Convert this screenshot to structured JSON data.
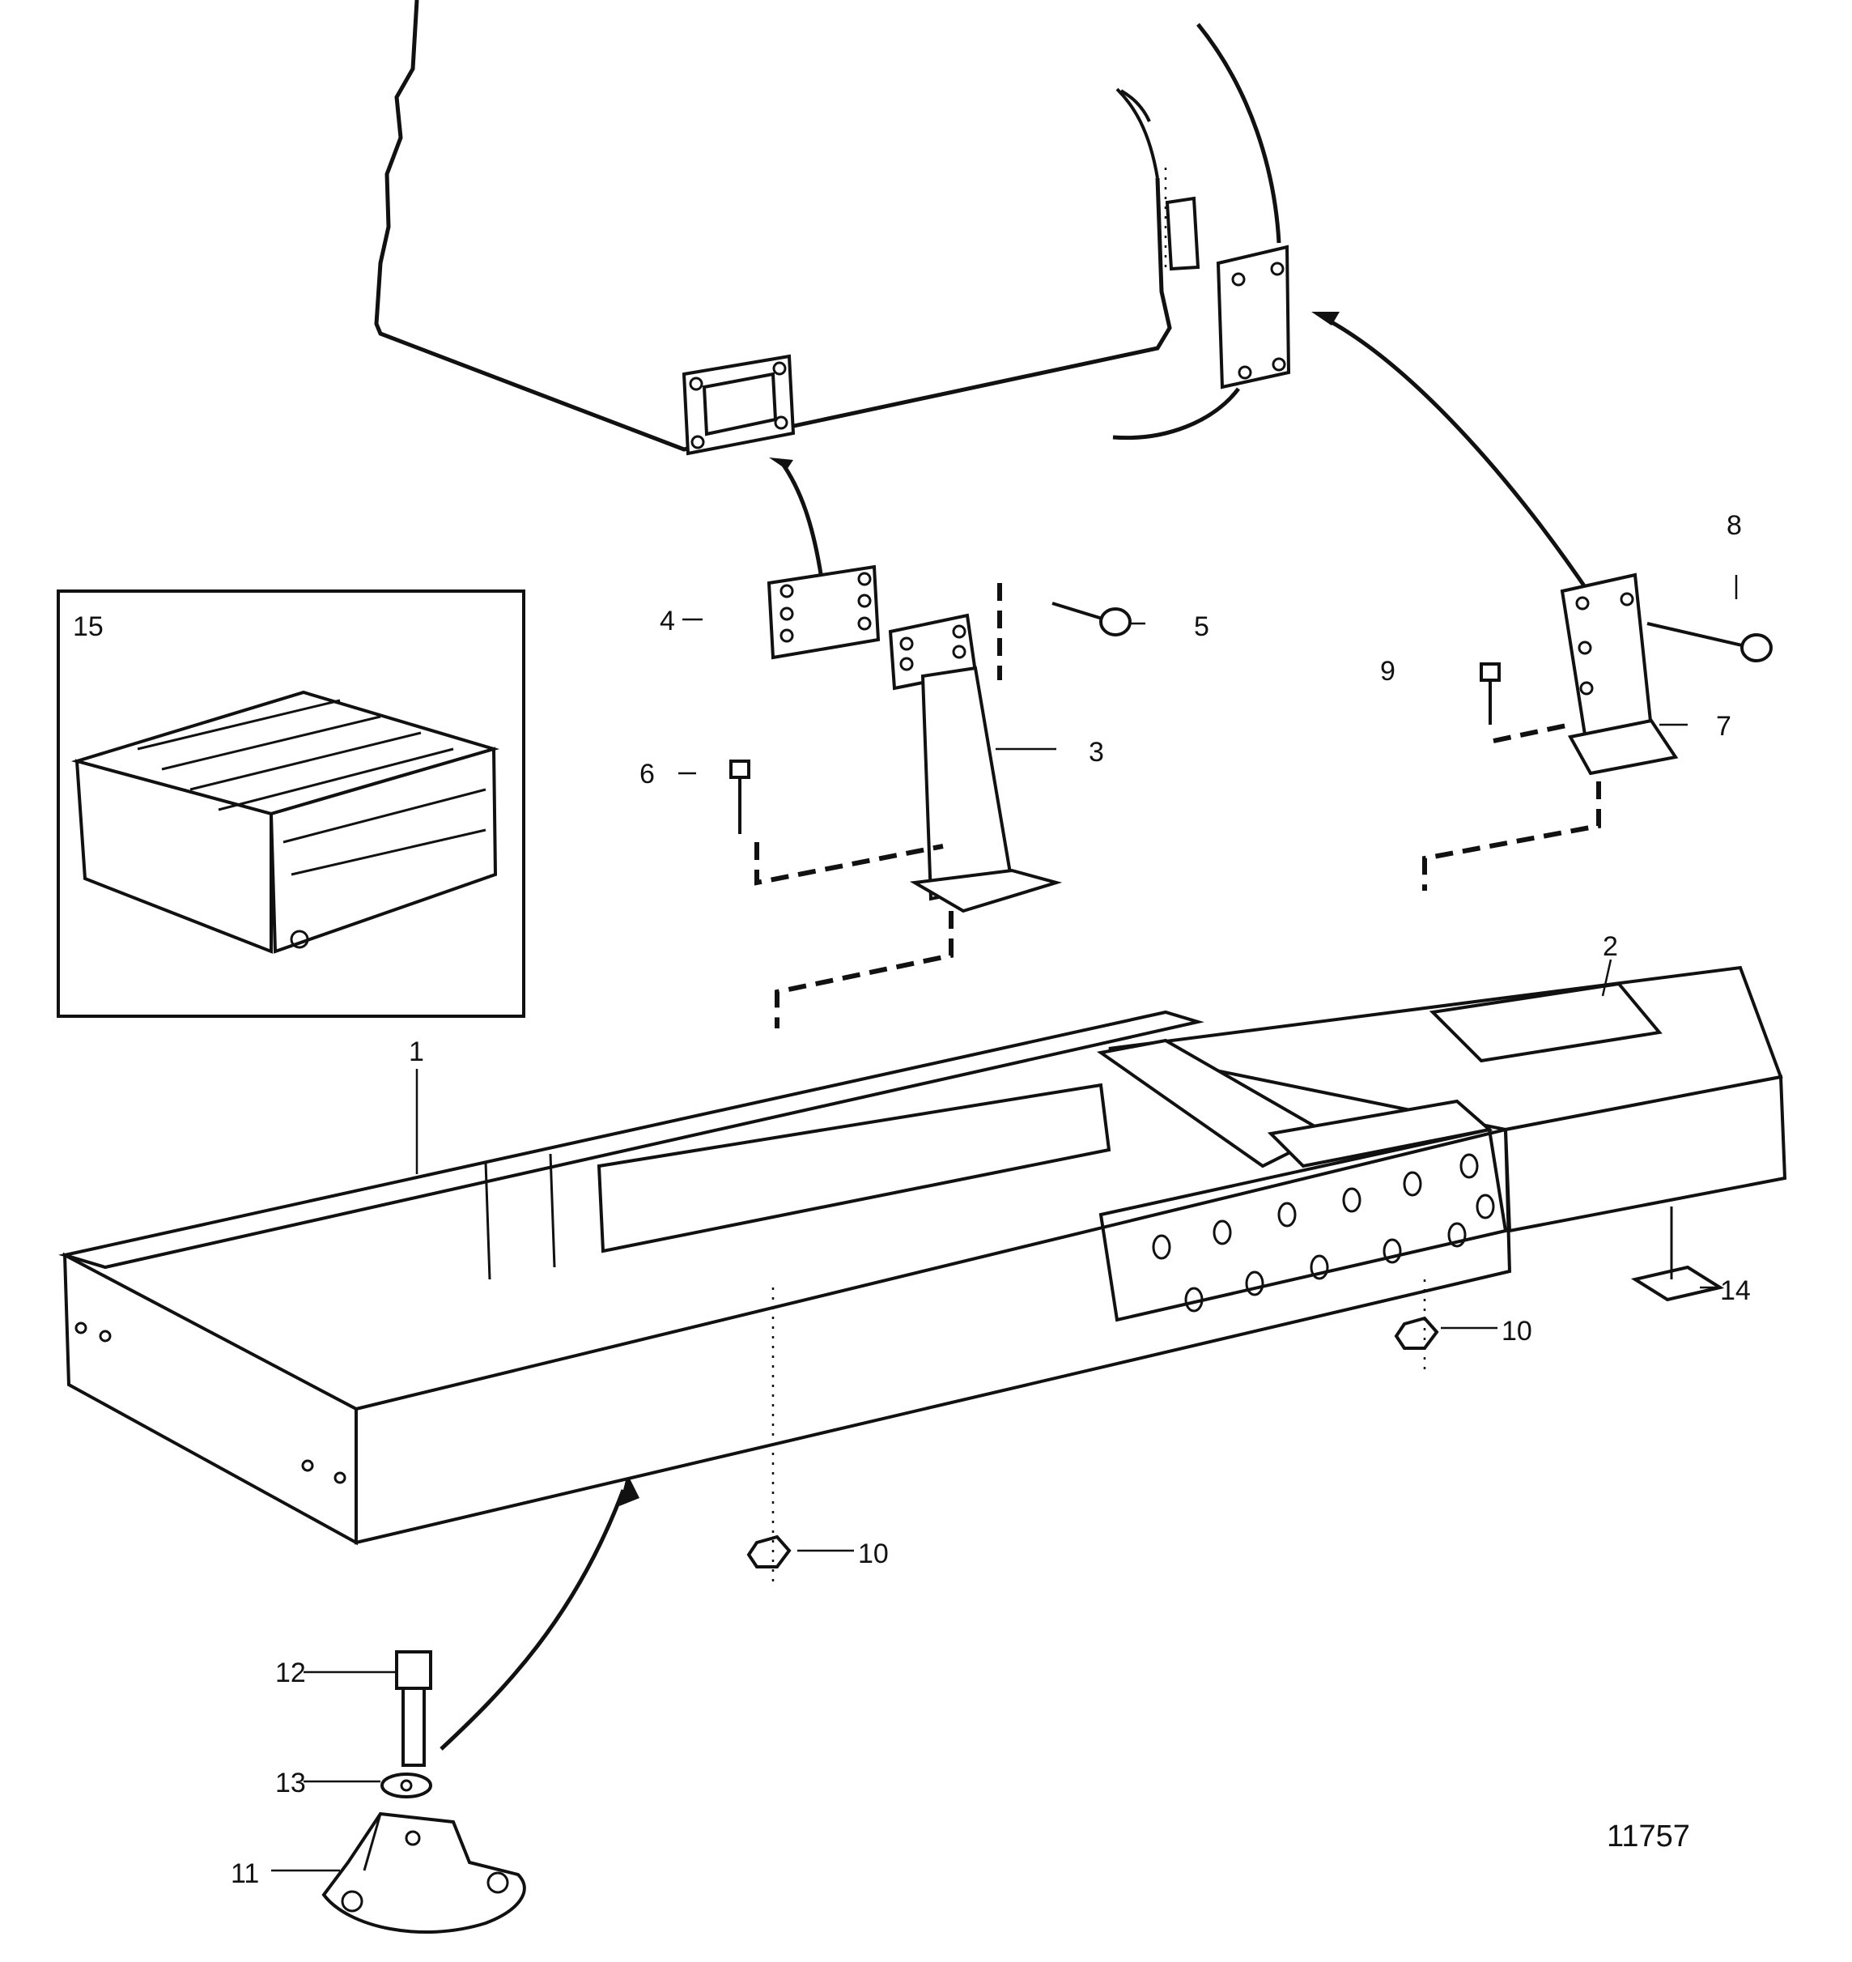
{
  "diagram": {
    "drawing_number": "11757",
    "callouts": [
      {
        "id": "c1",
        "label": "1"
      },
      {
        "id": "c2",
        "label": "2"
      },
      {
        "id": "c3",
        "label": "3"
      },
      {
        "id": "c4",
        "label": "4"
      },
      {
        "id": "c5",
        "label": "5"
      },
      {
        "id": "c6",
        "label": "6"
      },
      {
        "id": "c7",
        "label": "7"
      },
      {
        "id": "c8",
        "label": "8"
      },
      {
        "id": "c9",
        "label": "9"
      },
      {
        "id": "c10a",
        "label": "10"
      },
      {
        "id": "c10b",
        "label": "10"
      },
      {
        "id": "c11",
        "label": "11"
      },
      {
        "id": "c12",
        "label": "12"
      },
      {
        "id": "c13",
        "label": "13"
      },
      {
        "id": "c14",
        "label": "14"
      },
      {
        "id": "c15",
        "label": "15"
      }
    ]
  }
}
